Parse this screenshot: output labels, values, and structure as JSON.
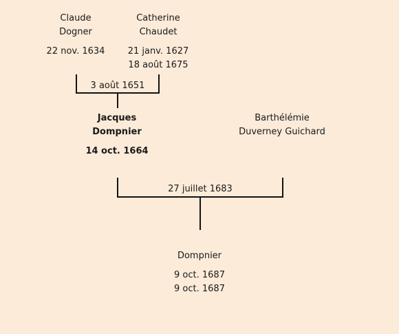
{
  "father": {
    "first_name": "Claude",
    "last_name": "Dogner",
    "birth": "22 nov. 1634"
  },
  "mother": {
    "first_name": "Catherine",
    "last_name": "Chaudet",
    "birth": "21 janv. 1627",
    "death": "18 août 1675"
  },
  "parents_marriage": "3 août 1651",
  "subject": {
    "first_name": "Jacques",
    "last_name": "Dompnier",
    "birth": "14 oct. 1664"
  },
  "spouse": {
    "first_name": "Barthélémie",
    "last_name": "Duverney Guichard"
  },
  "subject_marriage": "27 juillet 1683",
  "child": {
    "last_name": "Dompnier",
    "birth": "9 oct. 1687",
    "death": "9 oct. 1687"
  }
}
